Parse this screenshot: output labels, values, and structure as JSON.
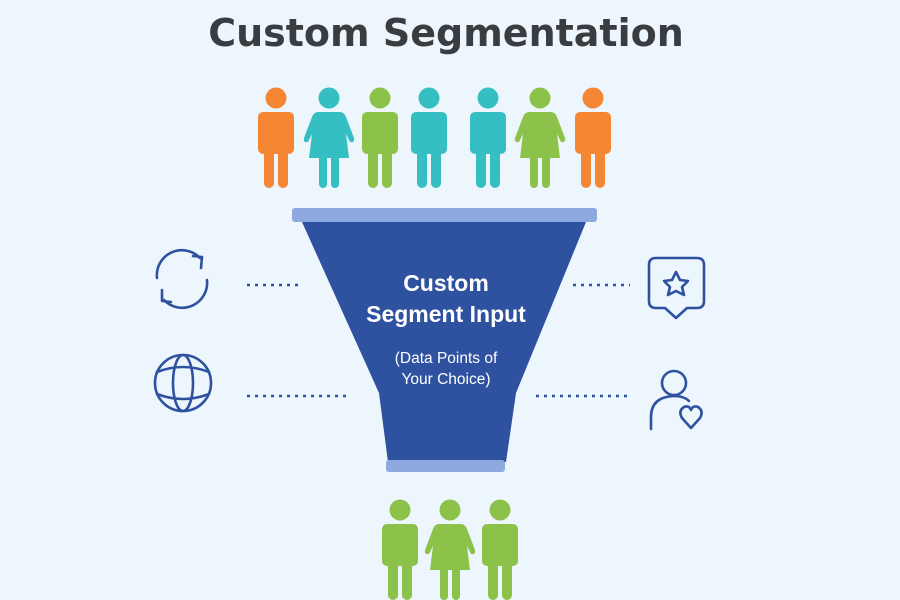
{
  "title": "Custom Segmentation",
  "funnel": {
    "heading_line1": "Custom",
    "heading_line2": "Segment Input",
    "sub_line1": "(Data Points of",
    "sub_line2": "Your Choice)"
  },
  "input_people": [
    {
      "type": "man",
      "color": "#f58634"
    },
    {
      "type": "woman",
      "color": "#35bfc2"
    },
    {
      "type": "man",
      "color": "#8dc24a"
    },
    {
      "type": "man",
      "color": "#35bfc2"
    },
    {
      "type": "man",
      "color": "#35bfc2"
    },
    {
      "type": "woman",
      "color": "#8dc24a"
    },
    {
      "type": "man",
      "color": "#f58634"
    }
  ],
  "output_people": [
    {
      "type": "man",
      "color": "#8dc24a"
    },
    {
      "type": "woman",
      "color": "#8dc24a"
    },
    {
      "type": "man",
      "color": "#8dc24a"
    }
  ],
  "icons": [
    "refresh-icon",
    "globe-icon",
    "star-badge-icon",
    "user-heart-icon"
  ],
  "colors": {
    "background": "#edf5fd",
    "funnel": "#2f52a0",
    "rim": "#8ea8e0",
    "title": "#3a3d40"
  }
}
